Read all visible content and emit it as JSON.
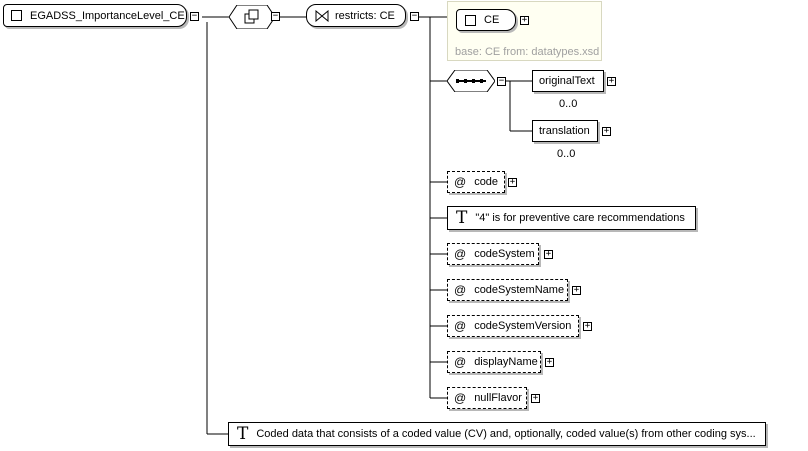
{
  "root": {
    "name": "EGADSS_ImportanceLevel_CE"
  },
  "restriction": {
    "label": "restricts: CE"
  },
  "base_type": {
    "name": "CE",
    "note": "base: CE from: datatypes.xsd"
  },
  "sequence_children": [
    {
      "name": "originalText",
      "occurrence": "0..0"
    },
    {
      "name": "translation",
      "occurrence": "0..0"
    }
  ],
  "attributes": {
    "code": "code",
    "code_doc": "\"4\" is for preventive care recommendations",
    "codeSystem": "codeSystem",
    "codeSystemName": "codeSystemName",
    "codeSystemVersion": "codeSystemVersion",
    "displayName": "displayName",
    "nullFlavor": "nullFlavor",
    "at_symbol": "@"
  },
  "type_doc": "Coded data that consists of a coded value (CV) and, optionally, coded value(s) from other coding sys...",
  "glyphs": {
    "plus": "+",
    "minus": "−",
    "text_doc": "T"
  }
}
